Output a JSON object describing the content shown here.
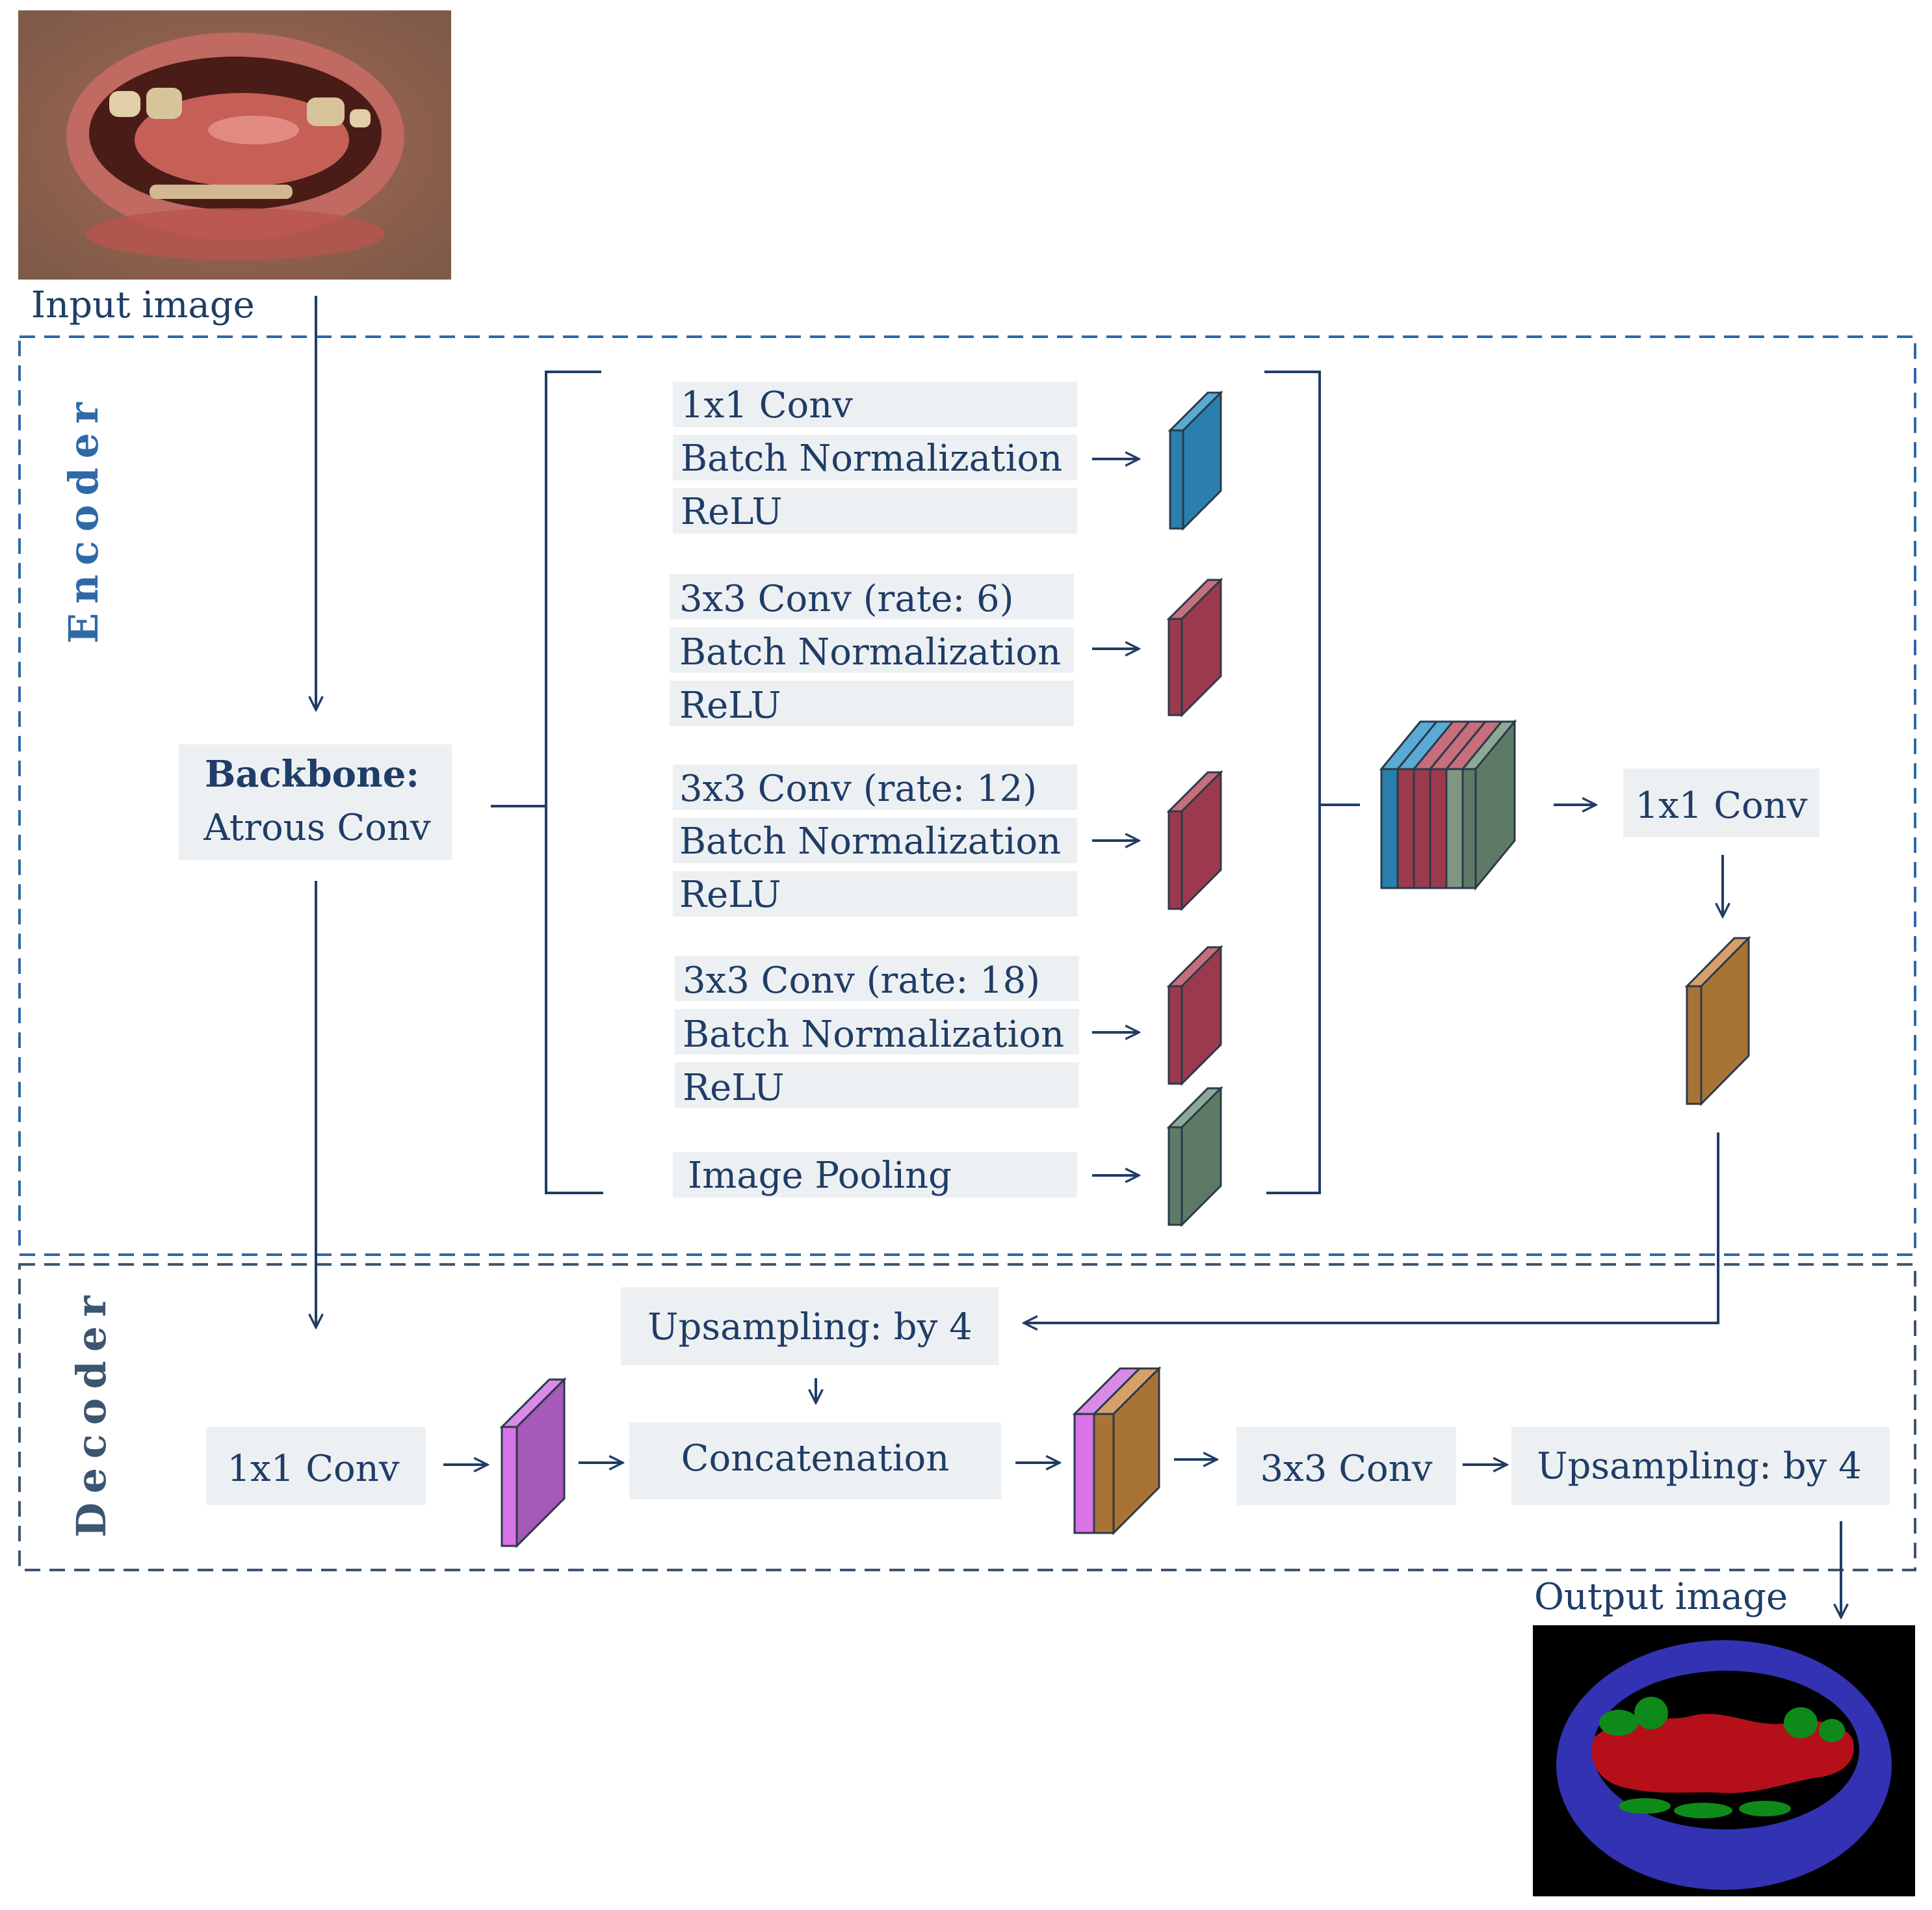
{
  "input_label": "Input image",
  "output_label": "Output image",
  "encoder": {
    "title": "Encoder",
    "backbone_line1": "Backbone:",
    "backbone_line2": "Atrous Conv",
    "branches": [
      {
        "conv": "1x1 Conv",
        "bn": "Batch Normalization",
        "act": "ReLU",
        "color": "#2a7fae"
      },
      {
        "conv": "3x3 Conv (rate: 6)",
        "bn": "Batch Normalization",
        "act": "ReLU",
        "color": "#9b3a4c"
      },
      {
        "conv": "3x3 Conv (rate: 12)",
        "bn": "Batch Normalization",
        "act": "ReLU",
        "color": "#9b3a4c"
      },
      {
        "conv": "3x3 Conv (rate: 18)",
        "bn": "Batch Normalization",
        "act": "ReLU",
        "color": "#9b3a4c"
      }
    ],
    "pooling": "Image Pooling",
    "pooling_color": "#5e7a66",
    "post_conv": "1x1 Conv",
    "post_color": "#a87435"
  },
  "decoder": {
    "title": "Decoder",
    "conv1": "1x1 Conv",
    "conv1_color": "#a659b8",
    "upsample1": "Upsampling: by 4",
    "concat": "Concatenation",
    "conv3": "3x3 Conv",
    "upsample2": "Upsampling: by 4"
  },
  "colors": {
    "text": "#1f3d66",
    "box_fill": "#edf0f3",
    "encoder_border": "#2f69a8",
    "decoder_border": "#3c5570"
  }
}
